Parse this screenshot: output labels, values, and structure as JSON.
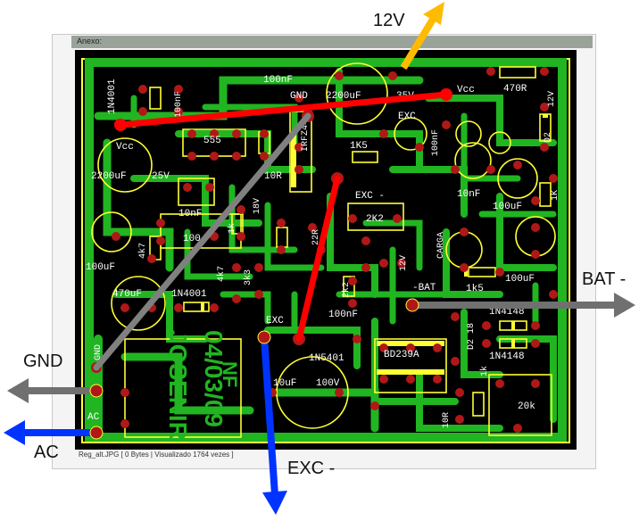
{
  "window": {
    "header_label": "Anexo:",
    "caption": "Reg_alt.JPG [ 0 Bytes | Visualizado 1764 vezes ]"
  },
  "annotations": {
    "label_12v": "12V",
    "label_gnd": "GND",
    "label_ac": "AC",
    "label_exc_minus": "EXC -",
    "label_bat_minus": "BAT -"
  },
  "pcb_labels": {
    "d1": "1N4001",
    "c100nf_a": "100nF",
    "c100nf_b": "100nF",
    "gnd": "GND",
    "cap_big": "2200uF",
    "v35": "35V",
    "vcc_right": "Vcc",
    "r470": "470R",
    "v12_side": "12V",
    "d2": "D2",
    "exc_top": "EXC",
    "vcc_left": "Vcc",
    "ic555": "555",
    "irf": "IRFZ44",
    "r1k5_a": "1K5",
    "c100nf_c": "100nF",
    "c2200_left": "2200uF",
    "v25": "25V",
    "r10r": "10R",
    "exc_minus": "EXC -",
    "c10nf_a": "10nF",
    "c10nf_b": "10nF",
    "c100uf_a": "100uF",
    "r1k": "1K",
    "r2k2_a": "2K2",
    "carga": "CARGA",
    "c100_mid": "100",
    "r4k7_a": "4k7",
    "r1k_b": "1k",
    "v18": "18V",
    "r22r": "22R",
    "c100uf_b": "100uF",
    "c470uf": "470uF",
    "d1n4001_b": "1N4001",
    "r4k7_b": "4k7",
    "r3k3": "3k3",
    "r2k2_b": "2k2",
    "v12_mid": "12V",
    "bat_minus": "-BAT",
    "r1k5_b": "1k5",
    "c100uf_c": "100uF",
    "exc_mid": "EXC",
    "c100nf_d": "100nF",
    "d1n4148_a": "1N4148",
    "d1n4148_b": "1N4148",
    "d1n5401": "1N5401",
    "bd": "BD239A",
    "d2_18": "D2 18",
    "r1k_c": "1k",
    "gnd_v": "GND",
    "ac_v": "AC",
    "c10uf": "10uF",
    "v100": "100V",
    "r10r_b": "10R",
    "r20k": "20k",
    "author": "JOSENIR",
    "date": "04/03/09",
    "nf": "NF"
  },
  "colors": {
    "board": "#000000",
    "trace": "#21b521",
    "silk": "#ffff33",
    "pad": "#b01818",
    "wire_red": "#ff0000",
    "wire_gray": "#808080",
    "arrow_gray": "#707070",
    "arrow_blue": "#0033ff",
    "arrow_yellow": "#ffbb00"
  }
}
